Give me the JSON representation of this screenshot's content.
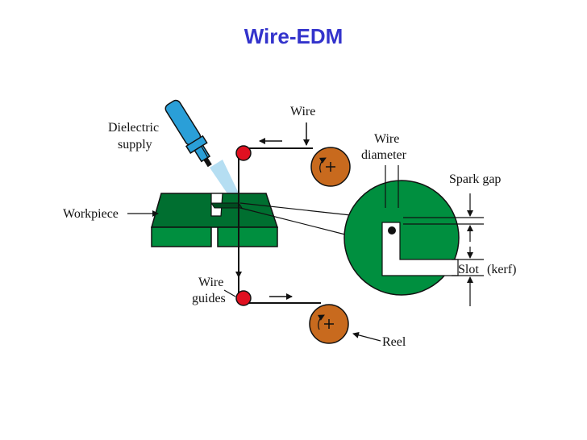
{
  "title": "Wire-EDM",
  "labels": {
    "wire": "Wire",
    "dielectric_line1": "Dielectric",
    "dielectric_line2": "supply",
    "wire_diameter_line1": "Wire",
    "wire_diameter_line2": "diameter",
    "spark_gap": "Spark gap",
    "workpiece": "Workpiece",
    "slot": "Slot",
    "kerf": "(kerf)",
    "wire_guides_line1": "Wire",
    "wire_guides_line2": "guides",
    "reel": "Reel"
  },
  "colors": {
    "title": "#3333cc",
    "green": "#008f3f",
    "reel": "#c86a1e",
    "guide": "#e01020",
    "nozzle": "#2a9fd8",
    "spray": "#a8d8f0"
  }
}
